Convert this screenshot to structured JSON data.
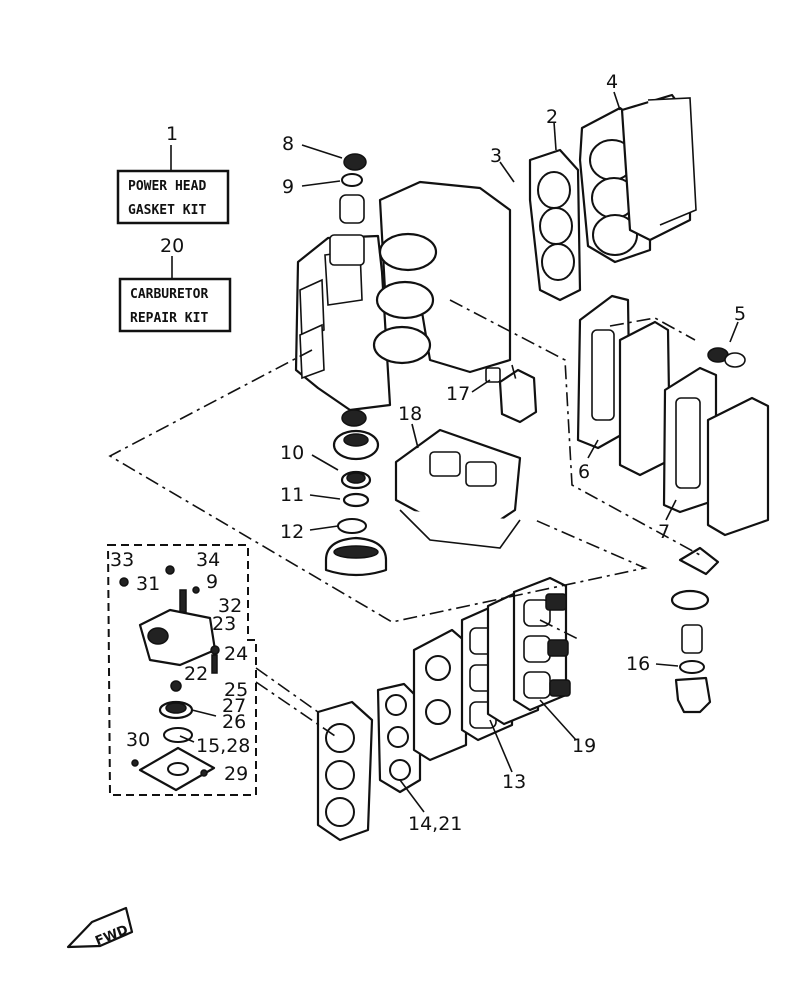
{
  "kits": [
    {
      "ref": "1",
      "line1": "POWER HEAD",
      "line2": "GASKET KIT"
    },
    {
      "ref": "20",
      "line1": "CARBURETOR",
      "line2": "REPAIR KIT"
    }
  ],
  "callouts": {
    "c2": "2",
    "c3": "3",
    "c4": "4",
    "c5": "5",
    "c6": "6",
    "c7": "7",
    "c8": "8",
    "c9a": "9",
    "c9b": "9",
    "c10": "10",
    "c11": "11",
    "c12": "12",
    "c13": "13",
    "c14_21": "14,21",
    "c15_28": "15,28",
    "c16": "16",
    "c17": "17",
    "c18": "18",
    "c19": "19",
    "c22": "22",
    "c23": "23",
    "c24": "24",
    "c25": "25",
    "c26": "26",
    "c27": "27",
    "c29": "29",
    "c30": "30",
    "c31": "31",
    "c32": "32",
    "c33": "33",
    "c34": "34"
  },
  "fwd": "FWD"
}
